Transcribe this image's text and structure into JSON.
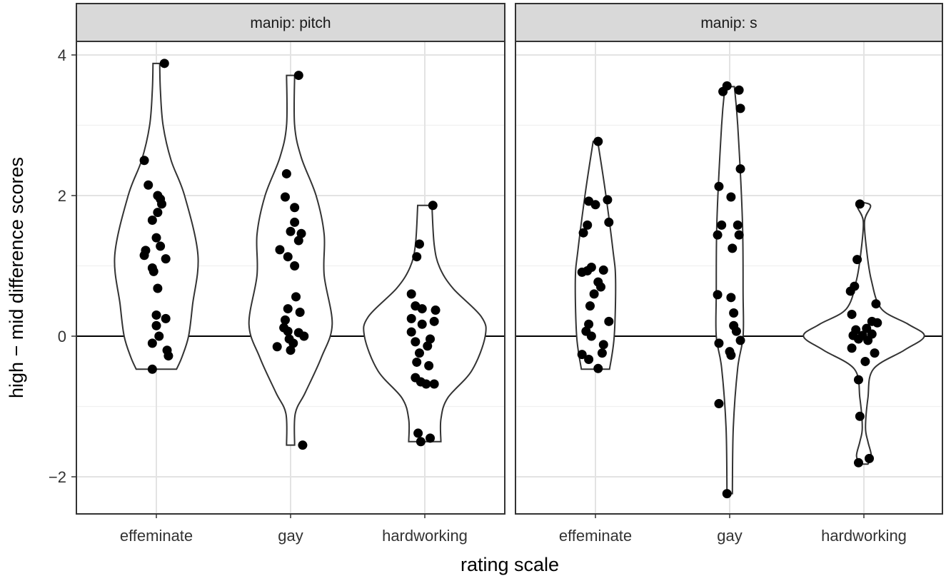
{
  "chart_data": {
    "type": "violin",
    "xlabel": "rating scale",
    "ylabel": "high − mid difference scores",
    "ylim": [
      -2.53,
      4.19
    ],
    "yticks": [
      -2,
      0,
      2,
      4
    ],
    "ytick_labels": [
      "−2",
      "0",
      "2",
      "4"
    ],
    "grid": true,
    "reference_line_y": 0,
    "categories": [
      "effeminate",
      "gay",
      "hardworking"
    ],
    "panels": [
      {
        "strip": "manip: pitch",
        "groups": [
          {
            "category": "effeminate",
            "outline": [
              [
                -0.47,
                0.15
              ],
              [
                -0.3,
                0.19
              ],
              [
                0,
                0.24
              ],
              [
                0.45,
                0.27
              ],
              [
                1.15,
                0.31
              ],
              [
                2.0,
                0.21
              ],
              [
                2.5,
                0.11
              ],
              [
                3.0,
                0.05
              ],
              [
                3.5,
                0.03
              ],
              [
                3.88,
                0.025
              ]
            ],
            "points": [
              [
                0.06,
                3.88
              ],
              [
                -0.09,
                2.5
              ],
              [
                -0.06,
                2.15
              ],
              [
                0.01,
                2.0
              ],
              [
                0.03,
                1.95
              ],
              [
                0.04,
                1.88
              ],
              [
                0.01,
                1.76
              ],
              [
                -0.03,
                1.65
              ],
              [
                0,
                1.4
              ],
              [
                0.03,
                1.28
              ],
              [
                -0.08,
                1.22
              ],
              [
                -0.09,
                1.15
              ],
              [
                0.07,
                1.1
              ],
              [
                -0.03,
                0.97
              ],
              [
                -0.02,
                0.92
              ],
              [
                0.01,
                0.68
              ],
              [
                0,
                0.3
              ],
              [
                0.07,
                0.25
              ],
              [
                0,
                0.15
              ],
              [
                0.02,
                0.0
              ],
              [
                -0.03,
                -0.1
              ],
              [
                0.08,
                -0.2
              ],
              [
                0.09,
                -0.28
              ],
              [
                -0.03,
                -0.47
              ]
            ]
          },
          {
            "category": "gay",
            "outline": [
              [
                -1.55,
                0.03
              ],
              [
                -1.1,
                0.035
              ],
              [
                -0.8,
                0.11
              ],
              [
                -0.3,
                0.23
              ],
              [
                0.17,
                0.31
              ],
              [
                0.87,
                0.25
              ],
              [
                1.45,
                0.25
              ],
              [
                2.0,
                0.19
              ],
              [
                2.54,
                0.08
              ],
              [
                3.0,
                0.03
              ],
              [
                3.71,
                0.03
              ]
            ],
            "points": [
              [
                0.06,
                3.71
              ],
              [
                0.09,
                -1.55
              ],
              [
                -0.03,
                2.31
              ],
              [
                -0.04,
                1.98
              ],
              [
                0.03,
                1.83
              ],
              [
                0.03,
                1.62
              ],
              [
                0,
                1.49
              ],
              [
                0.08,
                1.46
              ],
              [
                0.06,
                1.36
              ],
              [
                -0.08,
                1.23
              ],
              [
                -0.02,
                1.13
              ],
              [
                0.03,
                1.0
              ],
              [
                0.04,
                0.56
              ],
              [
                -0.02,
                0.39
              ],
              [
                0.07,
                0.34
              ],
              [
                -0.04,
                0.23
              ],
              [
                -0.05,
                0.12
              ],
              [
                -0.02,
                0.07
              ],
              [
                0.06,
                0.05
              ],
              [
                0.1,
                0.0
              ],
              [
                -0.01,
                -0.04
              ],
              [
                -0.1,
                -0.15
              ],
              [
                0.02,
                -0.1
              ],
              [
                0,
                -0.2
              ]
            ]
          },
          {
            "category": "hardworking",
            "outline": [
              [
                -1.5,
                0.12
              ],
              [
                -1.18,
                0.12
              ],
              [
                -0.88,
                0.17
              ],
              [
                -0.49,
                0.35
              ],
              [
                0,
                0.45
              ],
              [
                0.28,
                0.42
              ],
              [
                0.68,
                0.21
              ],
              [
                0.98,
                0.11
              ],
              [
                1.3,
                0.07
              ],
              [
                1.86,
                0.053
              ]
            ],
            "points": [
              [
                0.06,
                1.86
              ],
              [
                -0.04,
                1.31
              ],
              [
                -0.06,
                1.13
              ],
              [
                -0.1,
                0.6
              ],
              [
                -0.07,
                0.43
              ],
              [
                -0.02,
                0.39
              ],
              [
                0.08,
                0.37
              ],
              [
                -0.1,
                0.25
              ],
              [
                -0.02,
                0.17
              ],
              [
                0.07,
                0.21
              ],
              [
                -0.1,
                0.06
              ],
              [
                -0.07,
                -0.08
              ],
              [
                0.04,
                -0.04
              ],
              [
                0.02,
                -0.14
              ],
              [
                -0.04,
                -0.24
              ],
              [
                -0.06,
                -0.37
              ],
              [
                0.03,
                -0.42
              ],
              [
                -0.07,
                -0.59
              ],
              [
                -0.03,
                -0.65
              ],
              [
                0.01,
                -0.68
              ],
              [
                0.07,
                -0.68
              ],
              [
                -0.05,
                -1.38
              ],
              [
                -0.03,
                -1.5
              ],
              [
                0.04,
                -1.45
              ]
            ]
          }
        ]
      },
      {
        "strip": "manip: s",
        "groups": [
          {
            "category": "effeminate",
            "outline": [
              [
                -0.47,
                0.105
              ],
              [
                0,
                0.14
              ],
              [
                0.8,
                0.15
              ],
              [
                1.23,
                0.13
              ],
              [
                2.07,
                0.073
              ],
              [
                2.77,
                0.017
              ]
            ],
            "points": [
              [
                0.02,
                2.77
              ],
              [
                -0.05,
                1.92
              ],
              [
                0,
                1.87
              ],
              [
                0.09,
                1.94
              ],
              [
                -0.06,
                1.58
              ],
              [
                -0.09,
                1.47
              ],
              [
                0.1,
                1.62
              ],
              [
                -0.03,
                0.98
              ],
              [
                -0.1,
                0.91
              ],
              [
                -0.06,
                0.93
              ],
              [
                0.06,
                0.94
              ],
              [
                0.02,
                0.77
              ],
              [
                0.04,
                0.7
              ],
              [
                -0.01,
                0.6
              ],
              [
                -0.04,
                0.43
              ],
              [
                0.1,
                0.21
              ],
              [
                -0.05,
                0.17
              ],
              [
                -0.07,
                0.07
              ],
              [
                -0.03,
                0.0
              ],
              [
                0.06,
                -0.12
              ],
              [
                0.05,
                -0.24
              ],
              [
                -0.1,
                -0.26
              ],
              [
                -0.05,
                -0.33
              ],
              [
                0.02,
                -0.46
              ]
            ]
          },
          {
            "category": "gay",
            "outline": [
              [
                -2.24,
                0.02
              ],
              [
                -1.3,
                0.027
              ],
              [
                -0.45,
                0.06
              ],
              [
                0,
                0.1
              ],
              [
                0.6,
                0.1
              ],
              [
                1.64,
                0.095
              ],
              [
                3.0,
                0.06
              ],
              [
                3.55,
                0.035
              ]
            ],
            "points": [
              [
                -0.02,
                3.56
              ],
              [
                -0.05,
                3.48
              ],
              [
                0.07,
                3.5
              ],
              [
                0.08,
                3.24
              ],
              [
                0.08,
                2.38
              ],
              [
                -0.08,
                2.13
              ],
              [
                0.01,
                1.98
              ],
              [
                -0.06,
                1.58
              ],
              [
                -0.09,
                1.44
              ],
              [
                0.06,
                1.58
              ],
              [
                0.07,
                1.44
              ],
              [
                0.02,
                1.25
              ],
              [
                -0.09,
                0.59
              ],
              [
                0.01,
                0.55
              ],
              [
                0.03,
                0.33
              ],
              [
                0.03,
                0.15
              ],
              [
                0.05,
                0.07
              ],
              [
                0.08,
                -0.06
              ],
              [
                -0.08,
                -0.1
              ],
              [
                0,
                -0.22
              ],
              [
                0.01,
                -0.27
              ],
              [
                -0.08,
                -0.96
              ],
              [
                -0.02,
                -2.24
              ]
            ]
          },
          {
            "category": "hardworking",
            "outline": [
              [
                -1.82,
                0.03
              ],
              [
                -1.7,
                0.055
              ],
              [
                -1.5,
                0.03
              ],
              [
                -1.3,
                0.012
              ],
              [
                -0.88,
                0.03
              ],
              [
                -0.47,
                0.07
              ],
              [
                -0.2,
                0.3
              ],
              [
                0,
                0.45
              ],
              [
                0.17,
                0.33
              ],
              [
                0.39,
                0.13
              ],
              [
                0.8,
                0.055
              ],
              [
                1.23,
                0.02
              ],
              [
                1.64,
                0.005
              ],
              [
                1.85,
                0.05
              ],
              [
                1.9,
                0.0
              ]
            ],
            "points": [
              [
                -0.03,
                1.88
              ],
              [
                -0.05,
                1.09
              ],
              [
                -0.07,
                0.71
              ],
              [
                -0.1,
                0.64
              ],
              [
                0.09,
                0.46
              ],
              [
                -0.09,
                0.31
              ],
              [
                0.06,
                0.21
              ],
              [
                0.1,
                0.19
              ],
              [
                -0.06,
                0.09
              ],
              [
                0.02,
                0.11
              ],
              [
                -0.08,
                0.01
              ],
              [
                -0.01,
                0.01
              ],
              [
                0.06,
                0.03
              ],
              [
                -0.04,
                -0.04
              ],
              [
                0.03,
                -0.06
              ],
              [
                -0.09,
                -0.17
              ],
              [
                0.08,
                -0.24
              ],
              [
                0.01,
                -0.36
              ],
              [
                -0.04,
                -0.62
              ],
              [
                -0.03,
                -1.14
              ],
              [
                -0.04,
                -1.8
              ],
              [
                0.04,
                -1.74
              ]
            ]
          }
        ]
      }
    ]
  }
}
